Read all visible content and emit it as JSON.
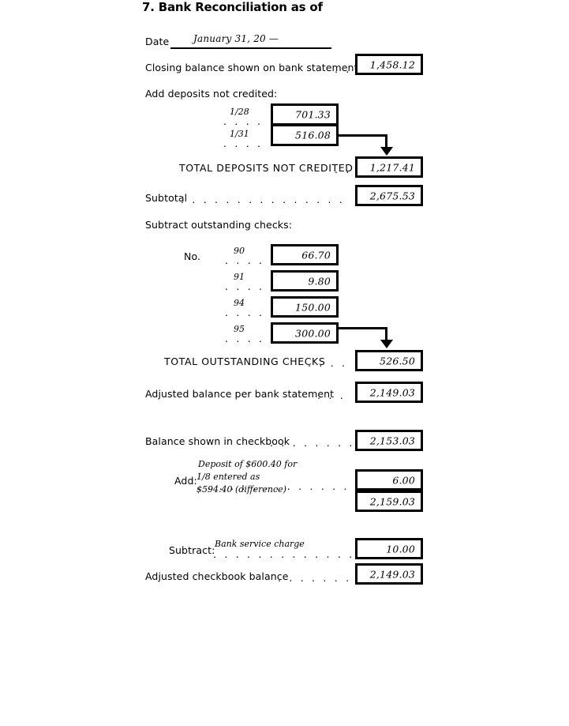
{
  "form": {
    "title": "7. Bank Reconciliation as of",
    "date_label": "Date",
    "date_value": "January 31, 20 —"
  },
  "bank_side": {
    "closing_balance_label": "Closing balance shown on bank statement",
    "closing_balance_value": "1,458.12",
    "add_deposits_label": "Add deposits not credited:",
    "deposits": [
      {
        "date": "1/28",
        "amount": "701.33"
      },
      {
        "date": "1/31",
        "amount": "516.08"
      }
    ],
    "total_deposits_label": "TOTAL DEPOSITS NOT CREDITED",
    "total_deposits_value": "1,217.41",
    "subtotal_label": "Subtotal",
    "subtotal_value": "2,675.53",
    "subtract_checks_label": "Subtract outstanding checks:",
    "check_no_label": "No.",
    "checks": [
      {
        "number": "90",
        "amount": "66.70"
      },
      {
        "number": "91",
        "amount": "9.80"
      },
      {
        "number": "94",
        "amount": "150.00"
      },
      {
        "number": "95",
        "amount": "300.00"
      }
    ],
    "total_checks_label": "TOTAL OUTSTANDING CHECKS",
    "total_checks_value": "526.50",
    "adjusted_bank_label": "Adjusted balance per bank statement",
    "adjusted_bank_value": "2,149.03"
  },
  "checkbook_side": {
    "balance_label": "Balance shown in checkbook",
    "balance_value": "2,153.03",
    "add_label": "Add:",
    "add_note_line1": "Deposit of $600.40 for",
    "add_note_line2": "1/8 entered as",
    "add_note_line3": "$594.40 (difference)",
    "add_value": "6.00",
    "add_subtotal_value": "2,159.03",
    "subtract_label": "Subtract:",
    "subtract_note": "Bank service charge",
    "subtract_value": "10.00",
    "adjusted_checkbook_label": "Adjusted checkbook balance",
    "adjusted_checkbook_value": "2,149.03"
  },
  "leaders": {
    "dots_2": ". .",
    "dots_4": ". . . .",
    "dots_5": ". . . . .",
    "dots_6": ". . . . . .",
    "dots_9": ". . . . . . . . .",
    "dots_11": ". . . . . . . . . . .",
    "dots_13": ". . . . . . . . . . . . .",
    "dots_20": ". . . . . . . . . . . . . . . . . . . ."
  }
}
